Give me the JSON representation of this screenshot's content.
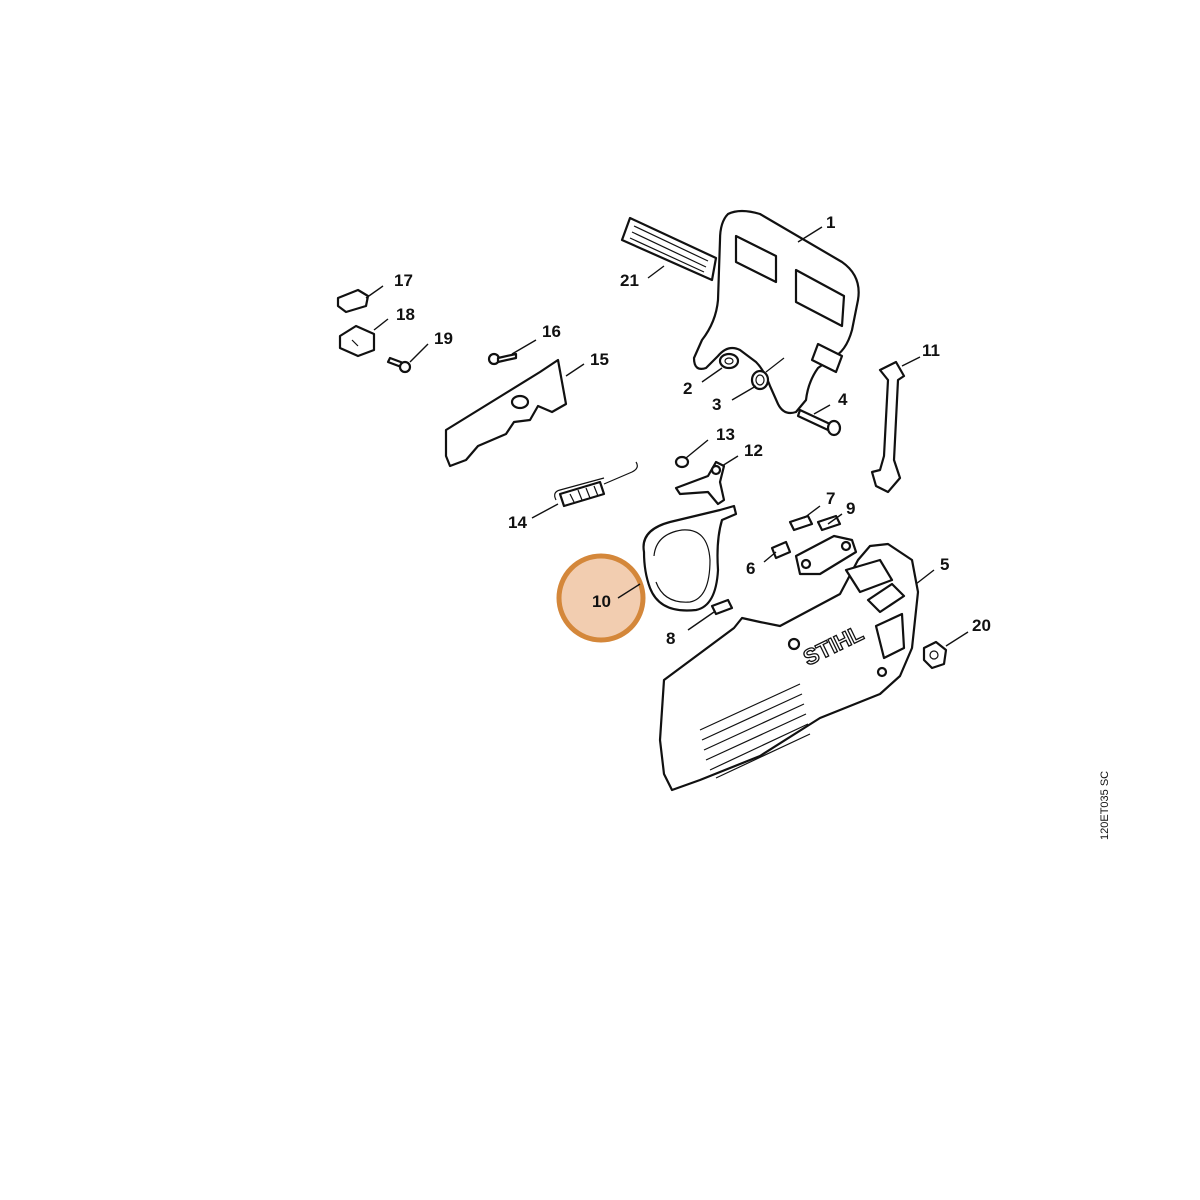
{
  "diagram": {
    "reference_code": "120ET035 SC",
    "brand_mark": "STIHL",
    "highlight_color": "#f2cdb0",
    "highlight_border": "#d4873a",
    "highlighted_part": "10",
    "callouts": [
      {
        "id": "1",
        "label": "1"
      },
      {
        "id": "2",
        "label": "2"
      },
      {
        "id": "3",
        "label": "3"
      },
      {
        "id": "4",
        "label": "4"
      },
      {
        "id": "5",
        "label": "5"
      },
      {
        "id": "6",
        "label": "6"
      },
      {
        "id": "7",
        "label": "7"
      },
      {
        "id": "8",
        "label": "8"
      },
      {
        "id": "9",
        "label": "9"
      },
      {
        "id": "10",
        "label": "10"
      },
      {
        "id": "11",
        "label": "11"
      },
      {
        "id": "12",
        "label": "12"
      },
      {
        "id": "13",
        "label": "13"
      },
      {
        "id": "14",
        "label": "14"
      },
      {
        "id": "15",
        "label": "15"
      },
      {
        "id": "16",
        "label": "16"
      },
      {
        "id": "17",
        "label": "17"
      },
      {
        "id": "18",
        "label": "18"
      },
      {
        "id": "19",
        "label": "19"
      },
      {
        "id": "20",
        "label": "20"
      },
      {
        "id": "21",
        "label": "21"
      }
    ]
  }
}
